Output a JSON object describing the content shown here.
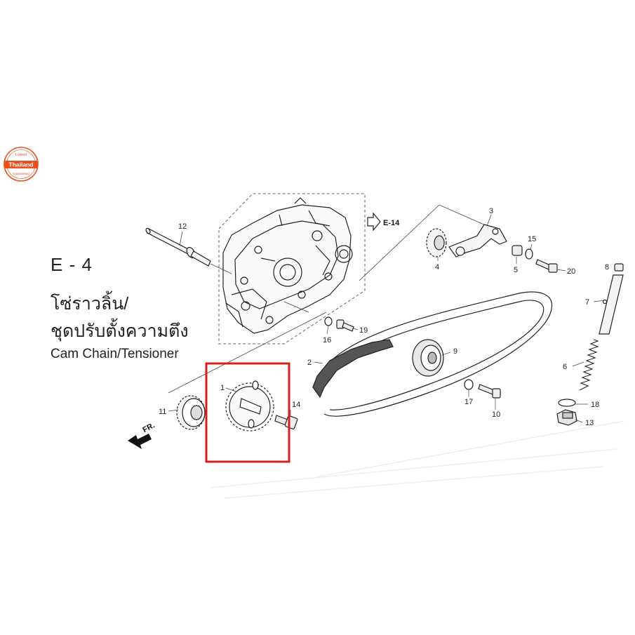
{
  "section_code": "E - 4",
  "title_thai_line1": "โซ่ราวลิ้น/",
  "title_thai_line2": "ชุดปรับตั้งความตึง",
  "title_english": "Cam Chain/Tensioner",
  "badge": {
    "top": "Lowest",
    "middle": "Thailand",
    "bottom": "Guaranteed",
    "color": "#e8501e"
  },
  "reference_label": "E-14",
  "front_label": "FR.",
  "highlight_color": "#d62020",
  "callouts": [
    "1",
    "2",
    "3",
    "4",
    "5",
    "6",
    "7",
    "8",
    "9",
    "10",
    "11",
    "12",
    "13",
    "14",
    "15",
    "16",
    "17",
    "18",
    "19",
    "20"
  ]
}
